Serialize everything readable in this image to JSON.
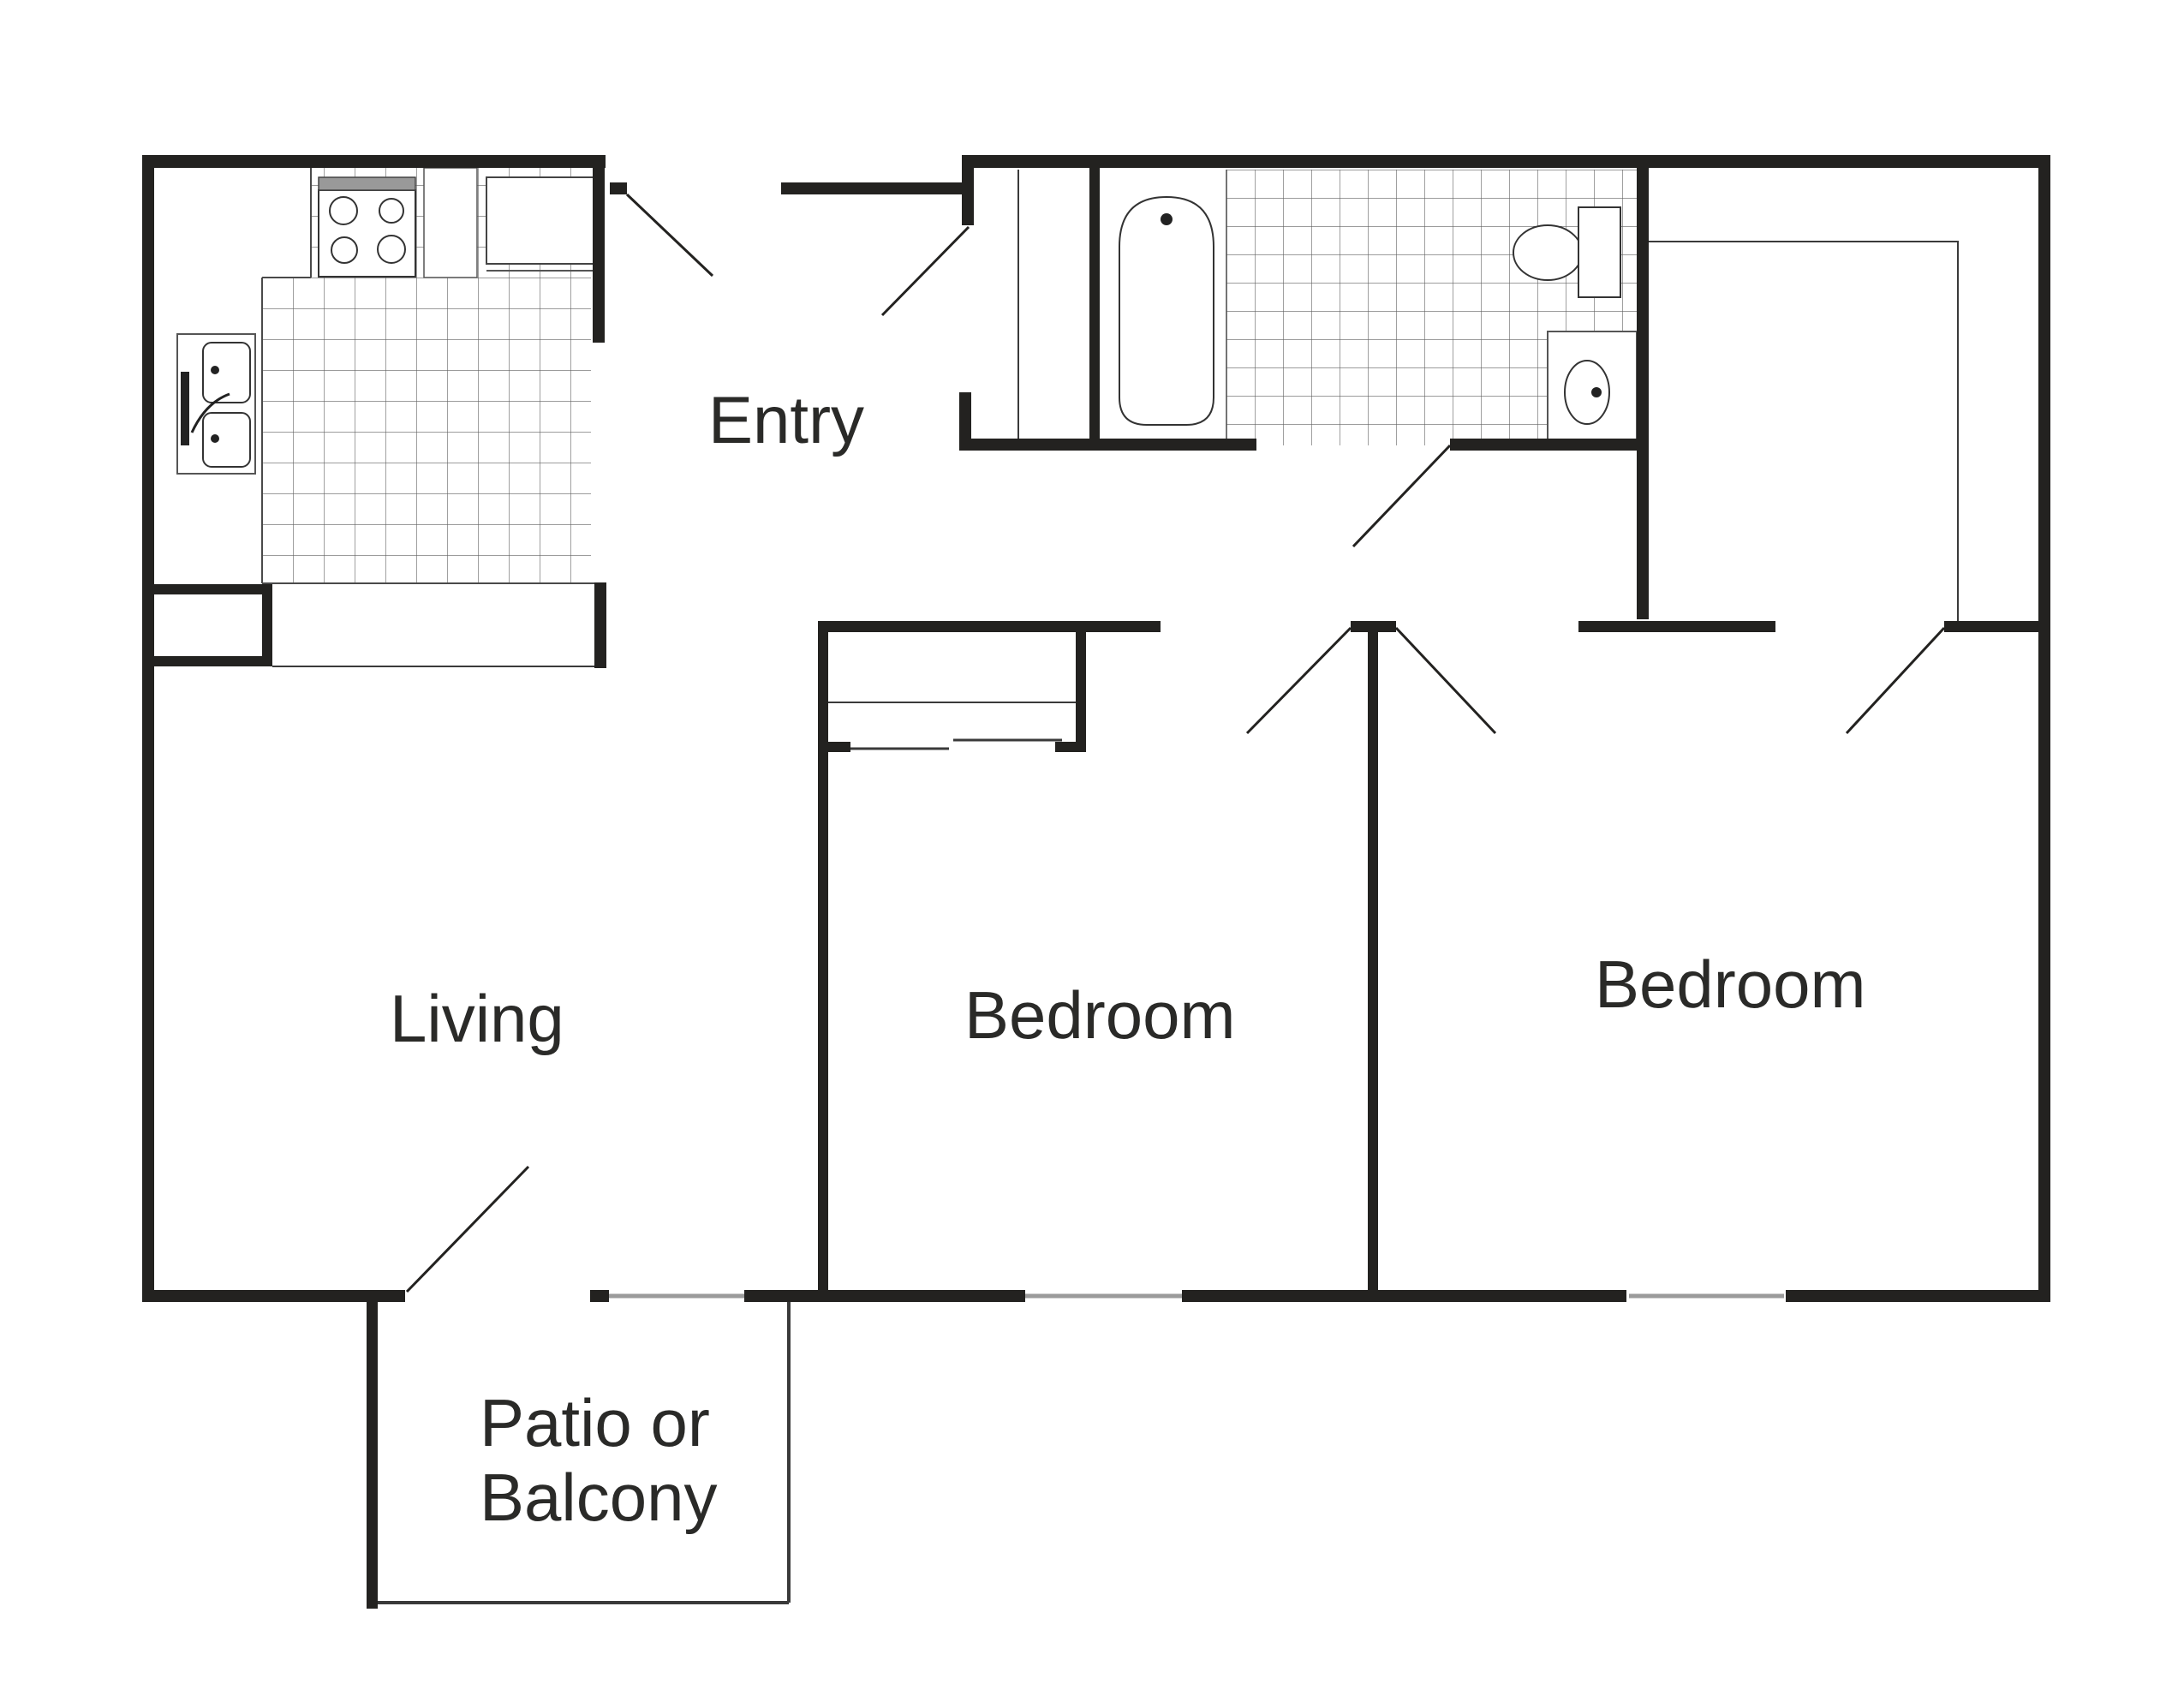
{
  "page": {
    "type": "apartment-floor-plan",
    "background": "#ffffff"
  },
  "labels": {
    "entry": "Entry",
    "living": "Living",
    "bedroom_middle": "Bedroom",
    "bedroom_right": "Bedroom",
    "patio_line1": "Patio or",
    "patio_line2": "Balcony"
  },
  "colors": {
    "wall": "#232220",
    "thin_line": "#3a3a3a",
    "tile_line": "#606060",
    "window_line": "#9b9b9b",
    "text": "#2a2a28",
    "stove_strip": "#999999",
    "fixture_stroke": "#333333",
    "background": "#ffffff"
  },
  "rooms": [
    {
      "name": "kitchen",
      "label": null,
      "features": [
        "tiled floor",
        "stove with 4 burners",
        "counter",
        "refrigerator",
        "double sink",
        "pantry closet"
      ]
    },
    {
      "name": "entry",
      "label": "Entry",
      "features": [
        "front door",
        "linen closet"
      ]
    },
    {
      "name": "bathroom",
      "label": null,
      "features": [
        "tiled floor",
        "bathtub",
        "toilet",
        "vanity sink"
      ]
    },
    {
      "name": "living",
      "label": "Living",
      "features": [
        "patio door",
        "window"
      ]
    },
    {
      "name": "bedroom-middle",
      "label": "Bedroom",
      "features": [
        "sliding-door closet",
        "window"
      ]
    },
    {
      "name": "bedroom-right",
      "label": "Bedroom",
      "features": [
        "walk-in closet",
        "window"
      ]
    },
    {
      "name": "patio",
      "label": "Patio or Balcony",
      "features": []
    }
  ],
  "fixtures": [
    "stove",
    "refrigerator",
    "dishwasher-counter",
    "double-sink",
    "faucet",
    "bathtub",
    "toilet",
    "vanity-sink"
  ],
  "openings": {
    "doors": 7,
    "windows": 3
  }
}
